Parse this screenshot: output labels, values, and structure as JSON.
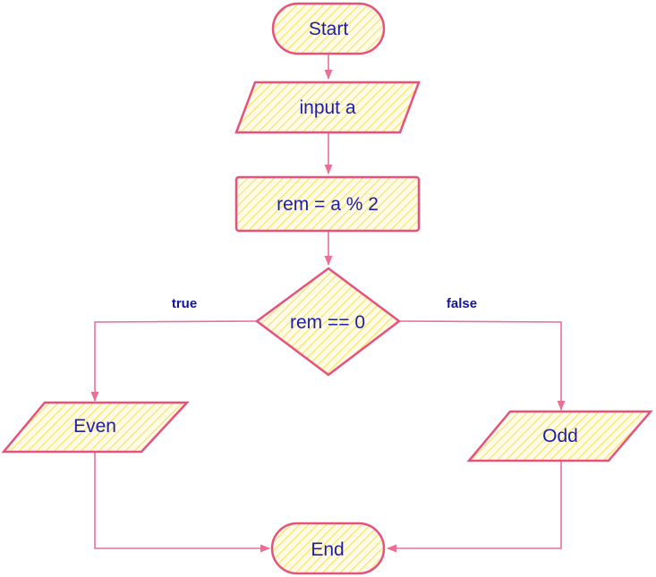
{
  "diagram": {
    "type": "flowchart",
    "nodes": {
      "start": {
        "label": "Start",
        "shape": "terminator"
      },
      "input_a": {
        "label": "input a",
        "shape": "input-output"
      },
      "compute_rem": {
        "label": "rem = a % 2",
        "shape": "process"
      },
      "decision": {
        "label": "rem == 0",
        "shape": "decision"
      },
      "even": {
        "label": "Even",
        "shape": "input-output"
      },
      "odd": {
        "label": "Odd",
        "shape": "input-output"
      },
      "end": {
        "label": "End",
        "shape": "terminator"
      }
    },
    "edges": {
      "true_label": "true",
      "false_label": "false"
    }
  },
  "colors": {
    "stroke": "#e8517d",
    "fill_base": "#fffbe6",
    "hatch": "#f5e35b",
    "node_text": "#1f1fa6",
    "edge_label": "#14149a",
    "connector": "#ec6e93"
  }
}
